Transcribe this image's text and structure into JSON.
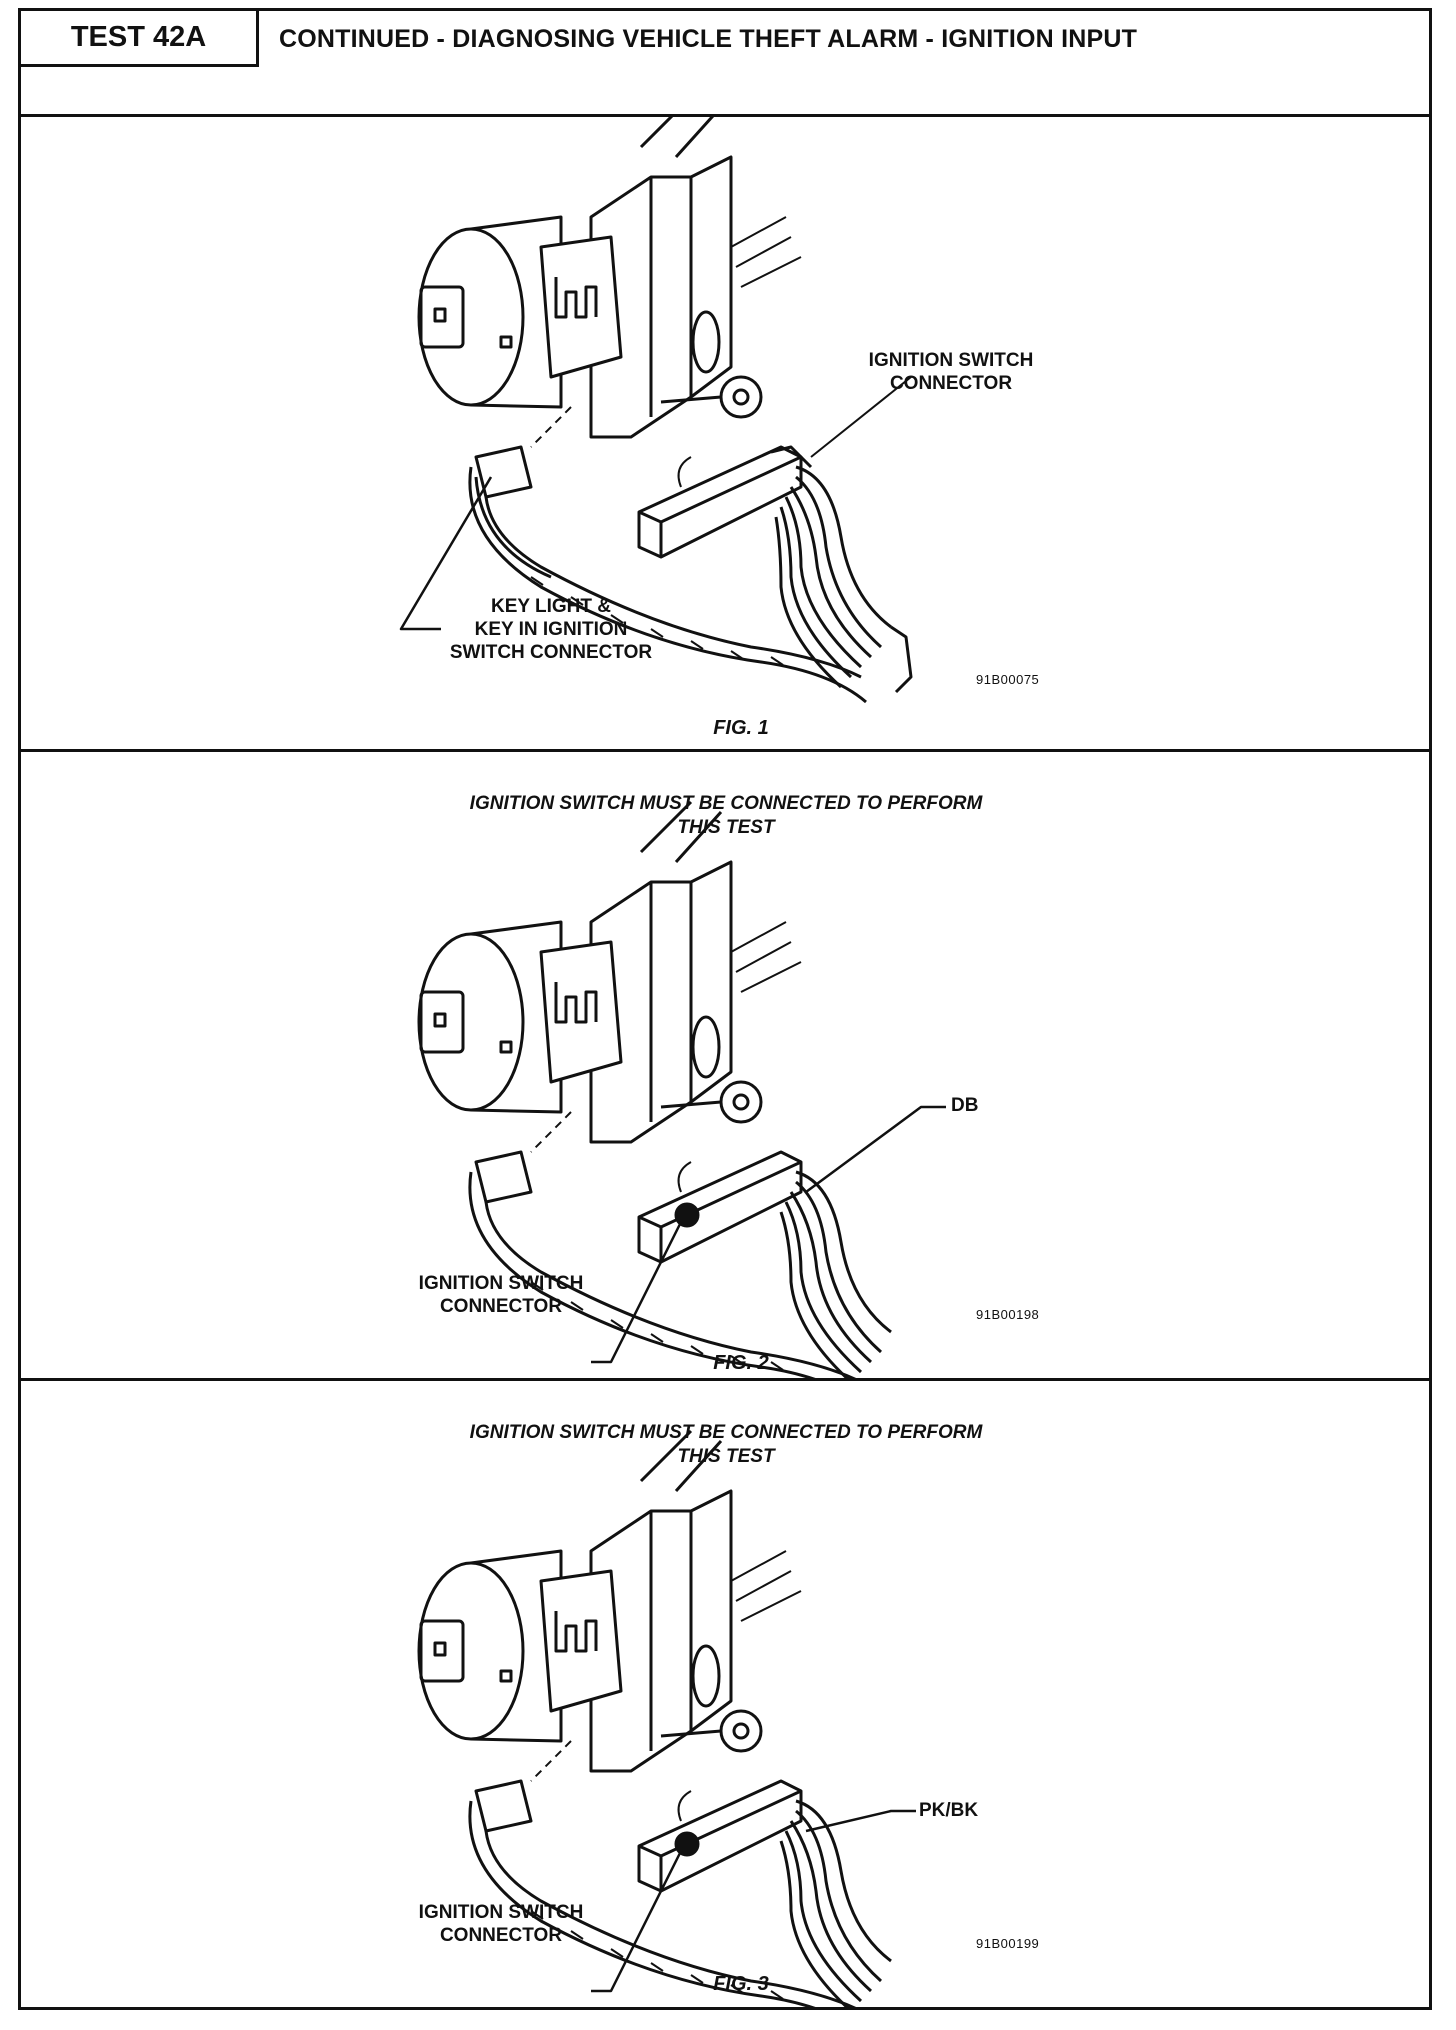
{
  "header": {
    "test_id": "TEST 42A",
    "title": "CONTINUED - DIAGNOSING VEHICLE THEFT ALARM - IGNITION INPUT"
  },
  "figures": [
    {
      "caption": "FIG. 1",
      "note": "",
      "image_code": "91B00075",
      "callout_right": "IGNITION SWITCH\nCONNECTOR",
      "callout_left": "KEY LIGHT &\nKEY IN IGNITION\nSWITCH CONNECTOR"
    },
    {
      "caption": "FIG. 2",
      "note": "IGNITION SWITCH MUST BE CONNECTED TO PERFORM\nTHIS TEST",
      "image_code": "91B00198",
      "callout_right": "DB",
      "callout_left": "IGNITION SWITCH\nCONNECTOR"
    },
    {
      "caption": "FIG. 3",
      "note": "IGNITION SWITCH MUST BE CONNECTED TO PERFORM\nTHIS TEST",
      "image_code": "91B00199",
      "callout_right": "PK/BK",
      "callout_left": "IGNITION SWITCH\nCONNECTOR"
    }
  ]
}
